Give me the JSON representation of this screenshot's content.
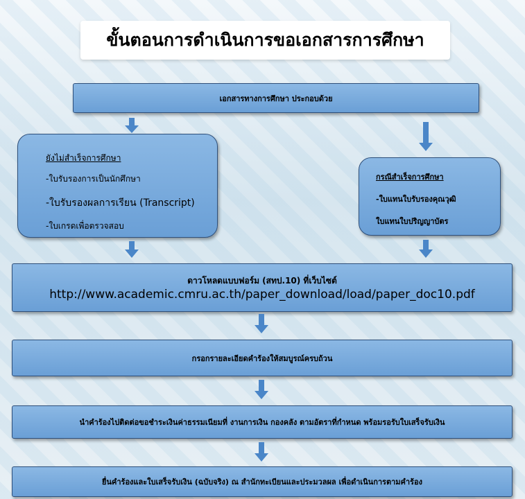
{
  "title": "ขั้นตอนการดำเนินการขอเอกสารการศึกษา",
  "top_box": "เอกสารทางการศึกษา   ประกอบด้วย",
  "left_box": {
    "heading": "ยังไม่สำเร็จการศึกษา",
    "items": [
      "-ใบรับรองการเป็นนักศึกษา",
      "-ใบรับรองผลการเรียน (Transcript)",
      "-ใบเกรดเพื่อตรวจสอบ"
    ]
  },
  "right_box": {
    "heading": "กรณีสำเร็จการศึกษา",
    "items": [
      "-ใบแทนใบรับรองคุณวุฒิ",
      "ใบแทนใบปริญญาบัตร"
    ]
  },
  "download_box": {
    "line1": "ดาวโหลดแบบฟอร์ม  (สทป.10)  ที่เว็บไซต์",
    "url": "http://www.academic.cmru.ac.th/paper_download/load/paper_doc10.pdf"
  },
  "step_fill": "กรอกรายละเอียดคำร้องให้สมบูรณ์ครบถ้วน",
  "step_pay": "นำคำร้องไปติดต่อขอชำระเงินค่าธรรมเนียมที่  งานการเงิน กองคลัง ตามอัตราที่กำหนด  พร้อมรอรับใบเสร็จรับเงิน",
  "step_submit": "ยื่นคำร้องและใบเสร็จรับเงิน (ฉบับจริง) ณ สำนักทะเบียนและประมวลผล เพื่อดำเนินการตามคำร้อง",
  "colors": {
    "box": "#7aaade",
    "arrow": "#4a86c8",
    "border": "#2e4f7a"
  },
  "icons": {
    "arrow": "down-arrow-icon"
  }
}
